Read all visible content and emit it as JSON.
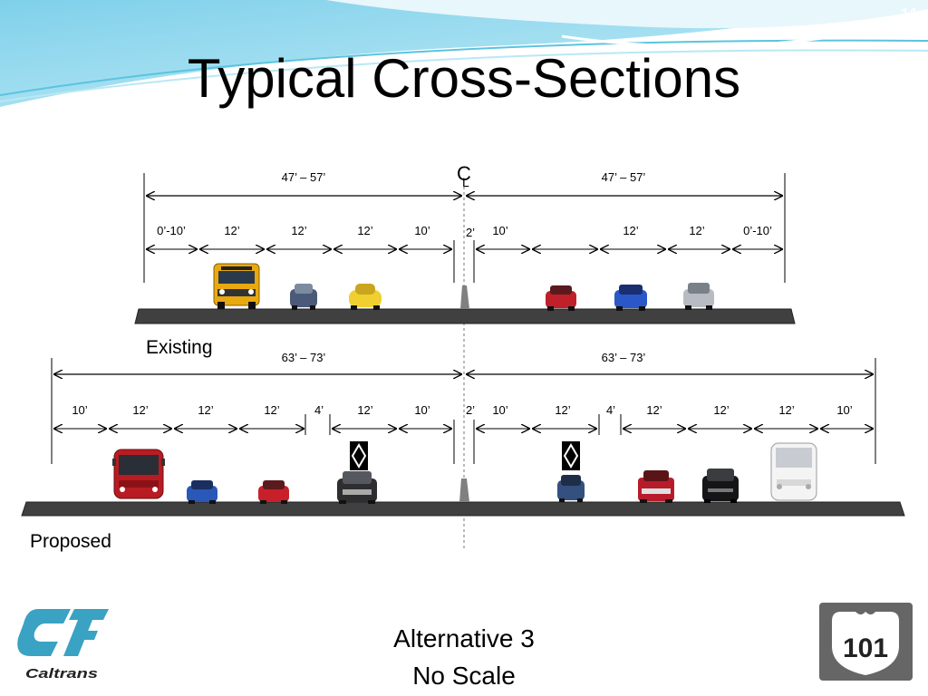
{
  "slide": {
    "page_number": "11",
    "title": "Typical Cross-Sections",
    "footer": {
      "line1": "Alternative 3",
      "line2": "No Scale"
    },
    "centerline_symbol": "CL"
  },
  "logos": {
    "left": "Caltrans",
    "right_route": "101"
  },
  "existing": {
    "label": "Existing",
    "overall_left": "47’ – 57’",
    "overall_right": "47’ – 57’",
    "dims_left": [
      "0’-10’",
      "12’",
      "12’",
      "12’",
      "10’"
    ],
    "median": "2’",
    "dims_right": [
      "10’",
      "12’",
      "12’",
      "0’-10’"
    ],
    "vehicles": [
      "school-bus",
      "car-blue",
      "car-yellow",
      "car-red",
      "car-blue",
      "car-silver"
    ]
  },
  "proposed": {
    "label": "Proposed",
    "overall_left": "63’ – 73’",
    "overall_right": "63’ – 73’",
    "dims_left": [
      "10’",
      "12’",
      "12’",
      "12’",
      "4’",
      "12’",
      "10’"
    ],
    "median": "2’",
    "dims_right": [
      "10’",
      "12’",
      "4’",
      "12’",
      "12’",
      "12’",
      "10’"
    ],
    "vehicles": [
      "bus-red",
      "car-blue",
      "car-red",
      "suv-dark",
      "car-blue",
      "truck-red",
      "suv-black",
      "coach-white"
    ]
  },
  "colors": {
    "road": "#404040",
    "barrier": "#808080",
    "accent_sky": "#9ad9ee"
  }
}
